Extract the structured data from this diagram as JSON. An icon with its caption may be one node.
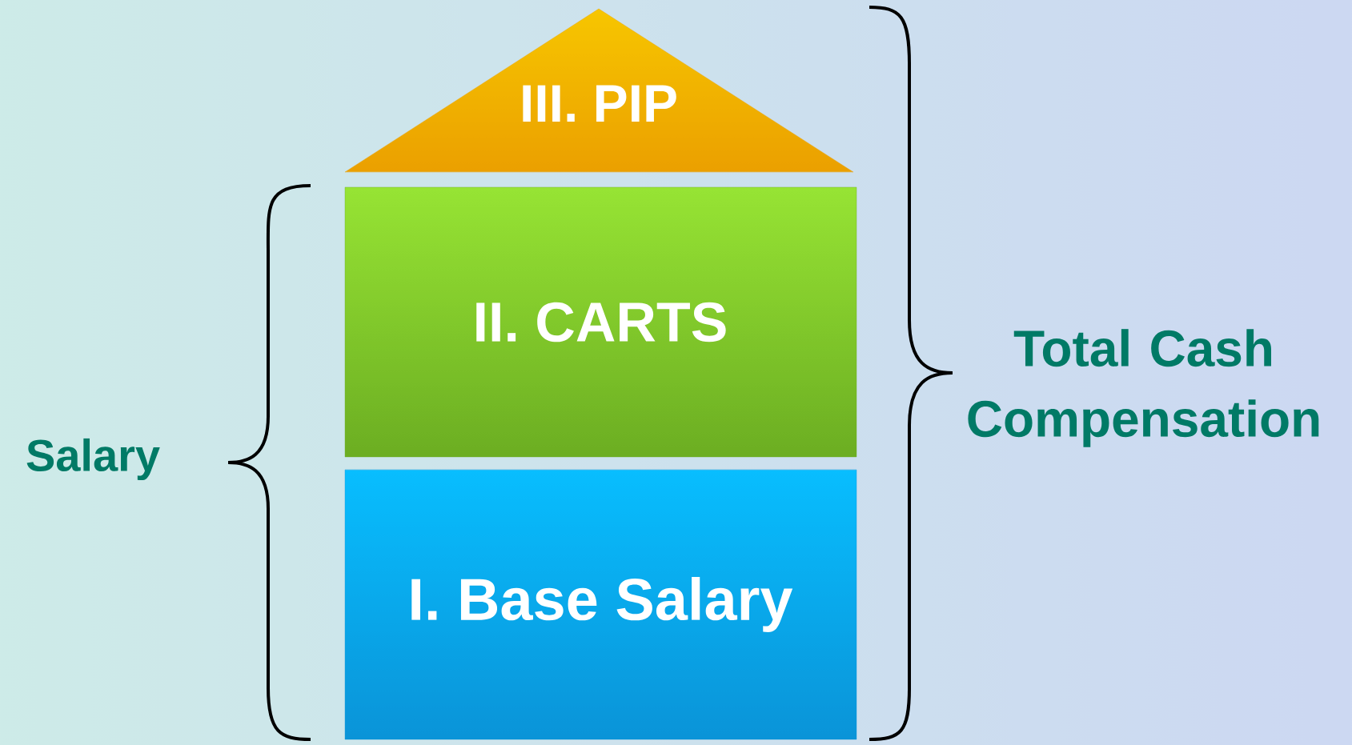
{
  "diagram": {
    "nodes": [
      {
        "text": [
          "III. PIP"
        ]
      },
      {
        "text": [
          "II. CARTS"
        ]
      },
      {
        "text": [
          "I. Base Salary"
        ]
      }
    ],
    "labels": [
      "Salary",
      "Total Cash Compensation"
    ]
  }
}
